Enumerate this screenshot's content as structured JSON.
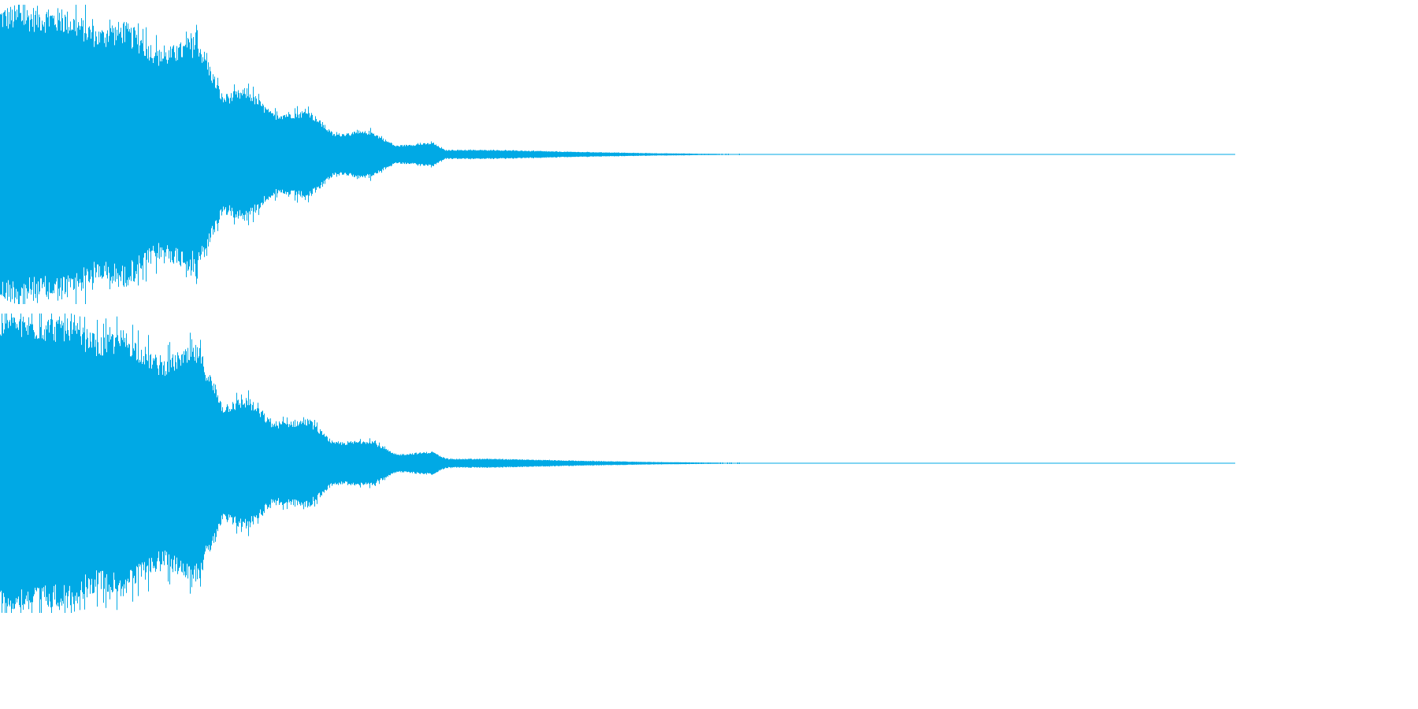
{
  "colors": {
    "background": "#ffffff",
    "waveform": "#00a9e5"
  },
  "waveform": {
    "channel_count": 2,
    "amplitude_envelope": [
      {
        "t": 0.0,
        "amp": 1.0
      },
      {
        "t": 0.02,
        "amp": 1.0
      },
      {
        "t": 0.05,
        "amp": 0.98
      },
      {
        "t": 0.06,
        "amp": 0.95
      },
      {
        "t": 0.08,
        "amp": 0.85
      },
      {
        "t": 0.1,
        "amp": 0.9
      },
      {
        "t": 0.13,
        "amp": 0.7
      },
      {
        "t": 0.16,
        "amp": 0.8
      },
      {
        "t": 0.18,
        "amp": 0.4
      },
      {
        "t": 0.2,
        "amp": 0.45
      },
      {
        "t": 0.22,
        "amp": 0.28
      },
      {
        "t": 0.25,
        "amp": 0.3
      },
      {
        "t": 0.27,
        "amp": 0.14
      },
      {
        "t": 0.3,
        "amp": 0.16
      },
      {
        "t": 0.32,
        "amp": 0.06
      },
      {
        "t": 0.35,
        "amp": 0.08
      },
      {
        "t": 0.36,
        "amp": 0.03
      },
      {
        "t": 0.4,
        "amp": 0.03
      },
      {
        "t": 0.45,
        "amp": 0.02
      },
      {
        "t": 0.48,
        "amp": 0.015
      },
      {
        "t": 0.53,
        "amp": 0.008
      },
      {
        "t": 0.58,
        "amp": 0.004
      },
      {
        "t": 0.6,
        "amp": 0.0
      },
      {
        "t": 1.0,
        "amp": 0.0
      }
    ]
  }
}
